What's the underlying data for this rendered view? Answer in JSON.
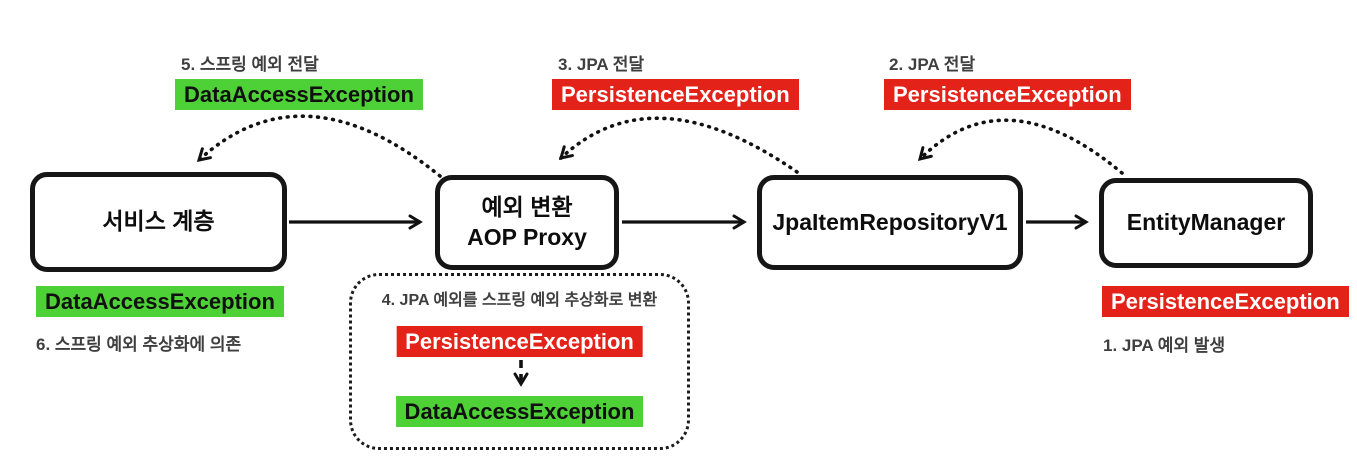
{
  "diagram": {
    "nodes": {
      "service": {
        "label": "서비스 계층"
      },
      "aop_proxy": {
        "line1": "예외 변환",
        "line2": "AOP Proxy"
      },
      "repository": {
        "label": "JpaItemRepositoryV1"
      },
      "entity_manager": {
        "label": "EntityManager"
      }
    },
    "steps": {
      "step1": "1. JPA 예외 발생",
      "step2": "2. JPA 전달",
      "step3": "3. JPA 전달",
      "step4": "4. JPA 예외를 스프링 예외 추상화로 변환",
      "step5": "5. 스프링 예외 전달",
      "step6": "6. 스프링 예외 추상화에 의존"
    },
    "exceptions": {
      "data_access": "DataAccessException",
      "persistence": "PersistenceException"
    },
    "colors": {
      "green": "#4ed137",
      "red": "#e3231a",
      "line": "#111111",
      "step_text": "#3f3f3f",
      "background": "#ffffff"
    }
  }
}
